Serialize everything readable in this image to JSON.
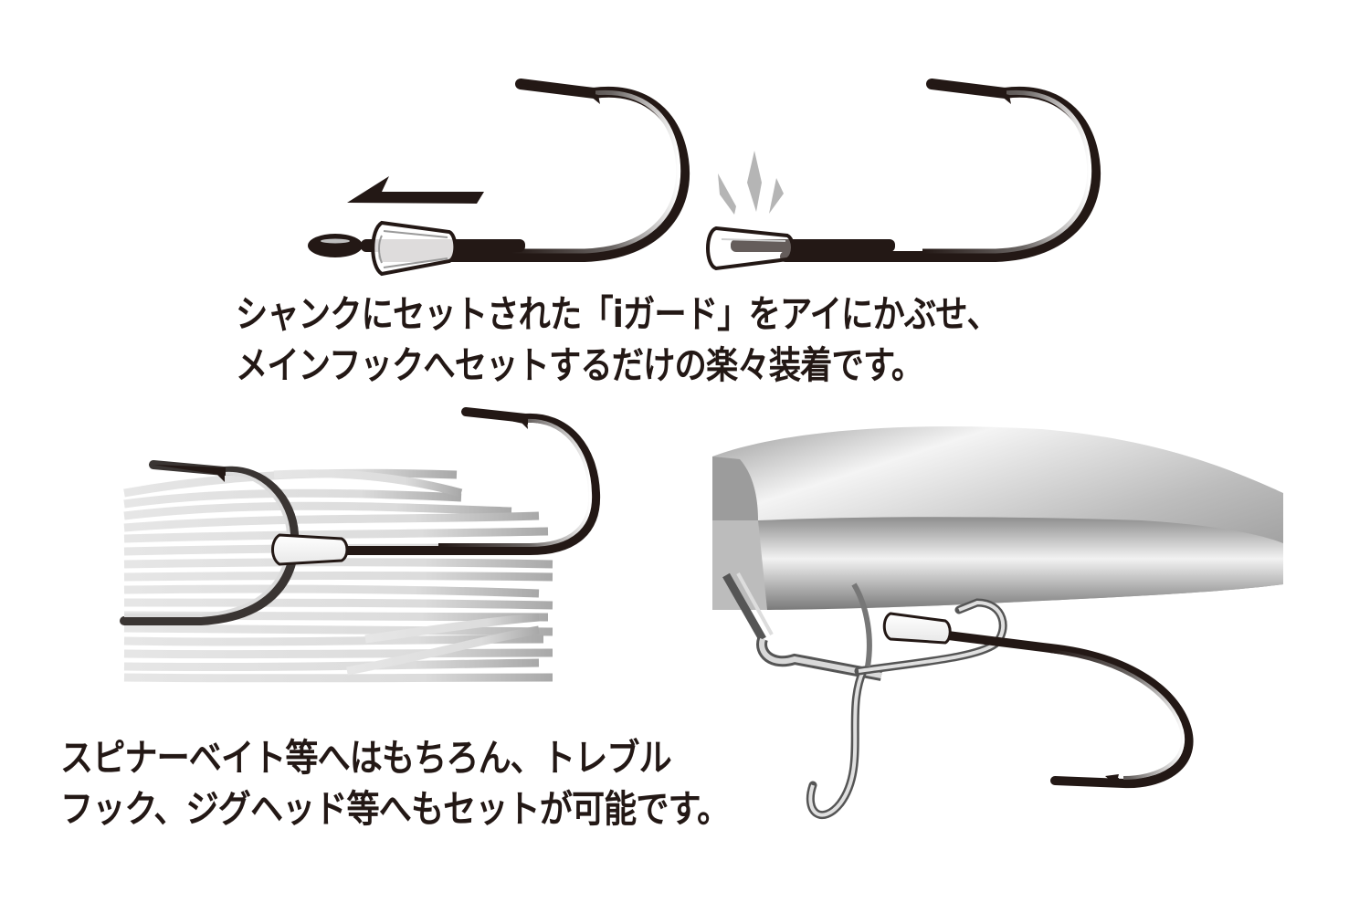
{
  "captions": {
    "top": {
      "line1": "シャンクにセットされた「iガード」をアイにかぶせ、",
      "line2": "メインフックへセットするだけの楽々装着です。"
    },
    "bottom": {
      "line1": "スピナーベイト等へはもちろん、トレブル",
      "line2": "フック、ジグヘッド等へもセットが可能です。"
    }
  },
  "illustrations": {
    "step1": {
      "icon": "hook-with-guard-icon",
      "arrow": "arrow-left-icon"
    },
    "step2": {
      "icon": "hook-guard-seated-icon",
      "effect": "snap-burst-icon"
    },
    "spinnerbait": {
      "icon": "spinnerbait-skirt-hook-icon"
    },
    "treble": {
      "icon": "lure-treble-hook-icon"
    }
  },
  "colors": {
    "text": "#231815",
    "hook_dark": "#231815",
    "burst_gray": "#b5b5b5",
    "background": "#ffffff"
  }
}
